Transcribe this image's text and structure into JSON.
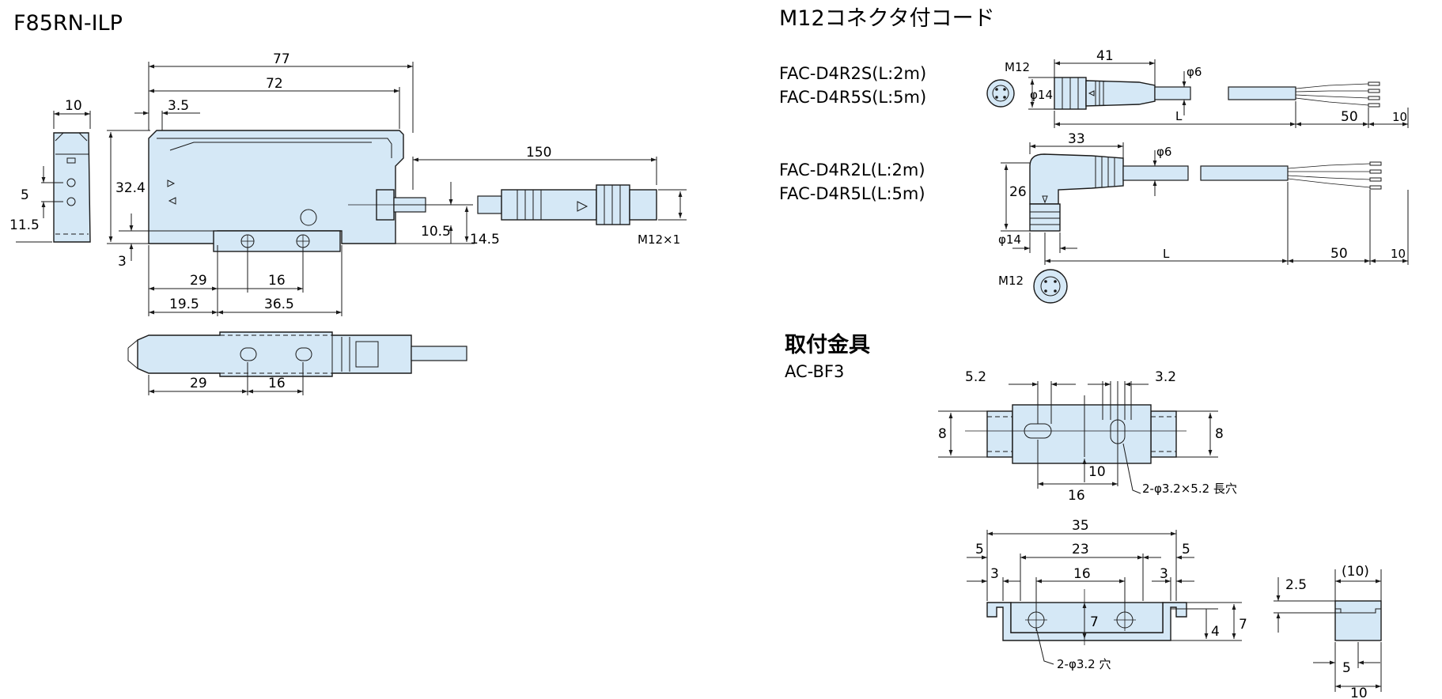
{
  "titles": {
    "main_model": "F85RN-ILP",
    "cord_section": "M12コネクタ付コード",
    "bracket_section": "取付金具",
    "bracket_model": "AC-BF3"
  },
  "cords": {
    "straight": [
      "FAC-D4R2S(L:2m)",
      "FAC-D4R5S(L:5m)"
    ],
    "angled": [
      "FAC-D4R2L(L:2m)",
      "FAC-D4R5L(L:5m)"
    ]
  },
  "amplifier_dims": {
    "width_total": "77",
    "width_body": "72",
    "offset": "3.5",
    "cable_length": "150",
    "front_width": "10",
    "height": "32.4",
    "hole_pitch": "5",
    "hole_height": "11.5",
    "base_step": "3",
    "conn_center": "10.5",
    "conn_height": "14.5",
    "thread": "M12×1",
    "hole_x1": "29",
    "hole_pitch_x": "16",
    "slot_x1": "19.5",
    "slot_x2": "36.5",
    "bottom_x1": "29",
    "bottom_pitch": "16"
  },
  "cord_dims": {
    "s_label_m12": "M12",
    "s_dia": "φ14",
    "s_len": "41",
    "s_cable_dia": "φ6",
    "s_L": "L",
    "s_50": "50",
    "s_10": "10",
    "l_len": "33",
    "l_cable_dia": "φ6",
    "l_height": "26",
    "l_dia": "φ14",
    "l_L": "L",
    "l_50": "50",
    "l_10": "10",
    "l_m12": "M12"
  },
  "bracket_dims": {
    "t_left": "5.2",
    "t_right": "3.2",
    "t_h_left": "8",
    "t_h_right": "8",
    "t_10": "10",
    "t_16": "16",
    "t_note": "2-φ3.2×5.2 長穴",
    "f_35": "35",
    "f_23": "23",
    "f_5l": "5",
    "f_5r": "5",
    "f_3l": "3",
    "f_3r": "3",
    "f_16": "16",
    "f_7a": "7",
    "f_4": "4",
    "f_7b": "7",
    "f_note": "2-φ3.2 穴",
    "s_25": "2.5",
    "s_10p": "(10)",
    "s_5": "5",
    "s_10": "10"
  }
}
